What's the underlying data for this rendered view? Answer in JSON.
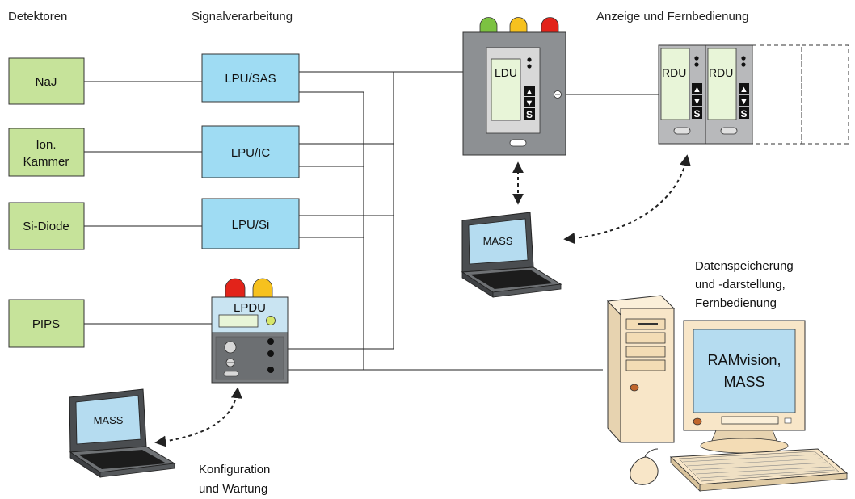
{
  "headers": {
    "detectors": "Detektoren",
    "signal_processing": "Signalverarbeitung",
    "display_remote": "Anzeige und Fernbedienung"
  },
  "detectors": [
    {
      "label": "NaJ"
    },
    {
      "label_line1": "Ion.",
      "label_line2": "Kammer"
    },
    {
      "label": "Si-Diode"
    },
    {
      "label": "PIPS"
    }
  ],
  "processors": [
    "LPU/SAS",
    "LPU/IC",
    "LPU/Si"
  ],
  "lpdu": {
    "label": "LPDU"
  },
  "ldu": {
    "label": "LDU",
    "up": "▲",
    "down": "▼",
    "s": "S"
  },
  "rdu": [
    {
      "label": "RDU",
      "up": "▲",
      "down": "▼",
      "s": "S"
    },
    {
      "label": "RDU",
      "up": "▲",
      "down": "▼",
      "s": "S"
    }
  ],
  "laptops": {
    "top": {
      "label": "MASS"
    },
    "bottom": {
      "label": "MASS"
    }
  },
  "workstation": {
    "caption_line1": "Datenspeicherung",
    "caption_line2": "und -darstellung,",
    "caption_line3": "Fernbedienung",
    "screen_line1": "RAMvision,",
    "screen_line2": "MASS"
  },
  "maintenance": {
    "line1": "Konfiguration",
    "line2": "und Wartung"
  },
  "colors": {
    "detector_fill": "#c6e39a",
    "lpu_fill": "#9fdcf3",
    "lamp_green": "#7cc241",
    "lamp_yellow": "#f6c11e",
    "lamp_red": "#e2231a",
    "screen_blue": "#b5dcf0",
    "beige": "#f8e6c8"
  }
}
